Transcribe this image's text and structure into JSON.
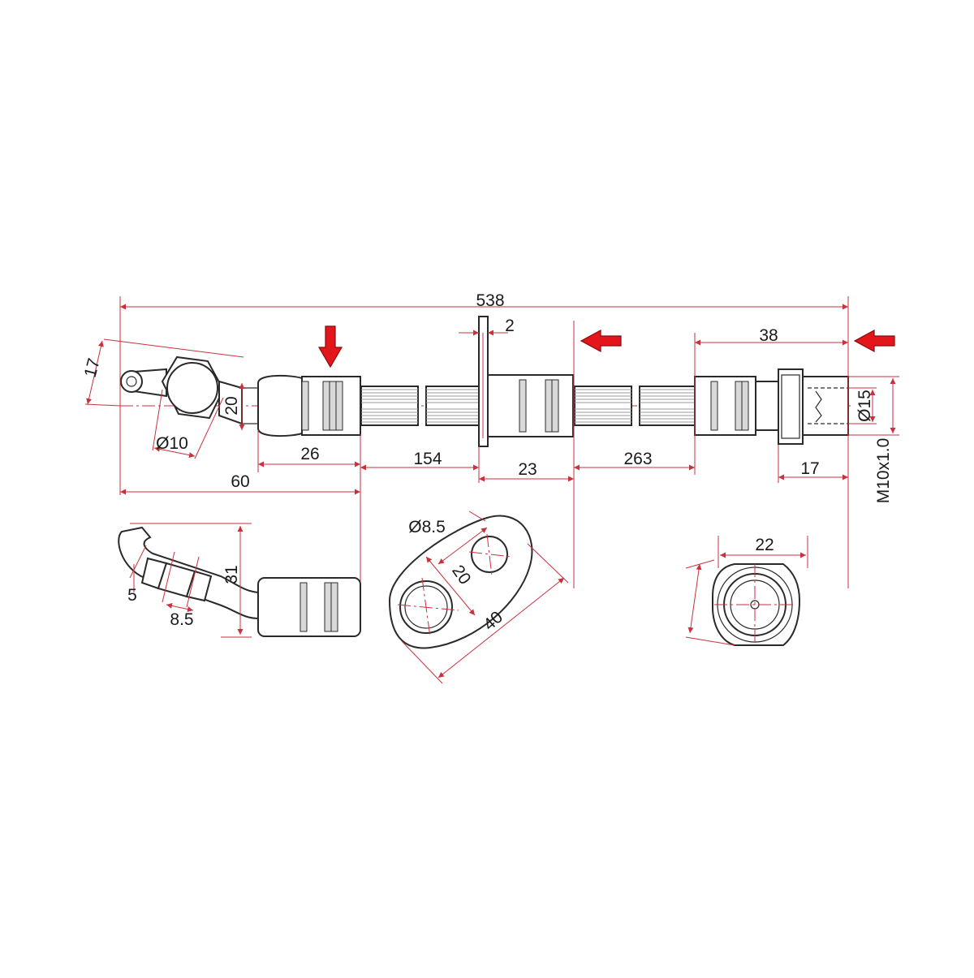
{
  "diagram": {
    "dimensions": {
      "overall_length": "538",
      "bracket_thickness": "2",
      "fitting_length_right": "38",
      "eye_offset": "17",
      "nut_height": "20",
      "eye_hole_dia": "Ø10",
      "fitting_length_left": "26",
      "hose_segment_left": "154",
      "bracket_fitting": "23",
      "hose_segment_right": "263",
      "nut_width": "17",
      "fitting_left_total": "60",
      "outer_diameter": "Ø15",
      "thread": "M10x1.0",
      "side_height": "31",
      "side_offset": "5",
      "side_width": "8.5",
      "bracket_hole_dia": "Ø8.5",
      "bracket_hole_spacing": "20",
      "bracket_length": "40",
      "end_view_size": "22"
    },
    "markers": {
      "color": "#e3161b",
      "dimension_color": "#c8323c"
    }
  }
}
